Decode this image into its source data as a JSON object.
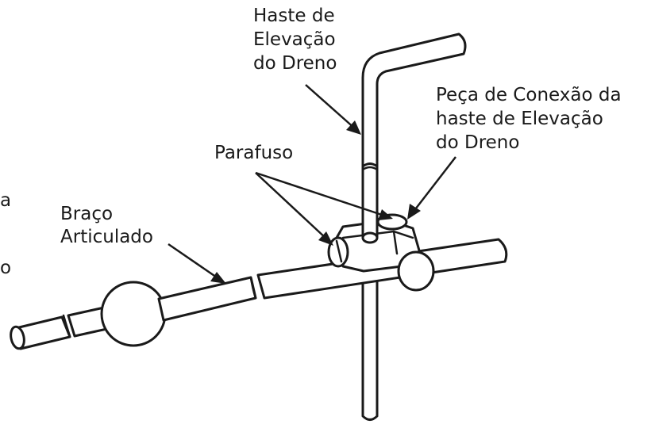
{
  "labels": {
    "drain_rod": [
      "Haste de",
      "Elevação",
      "do Dreno"
    ],
    "connector": [
      "Peça de Conexão da",
      "haste de Elevação",
      "do Dreno"
    ],
    "screw": [
      "Parafuso"
    ],
    "pivot_arm": [
      "Braço",
      "Articulado"
    ]
  },
  "edge_fragments": [
    "a",
    "o"
  ]
}
